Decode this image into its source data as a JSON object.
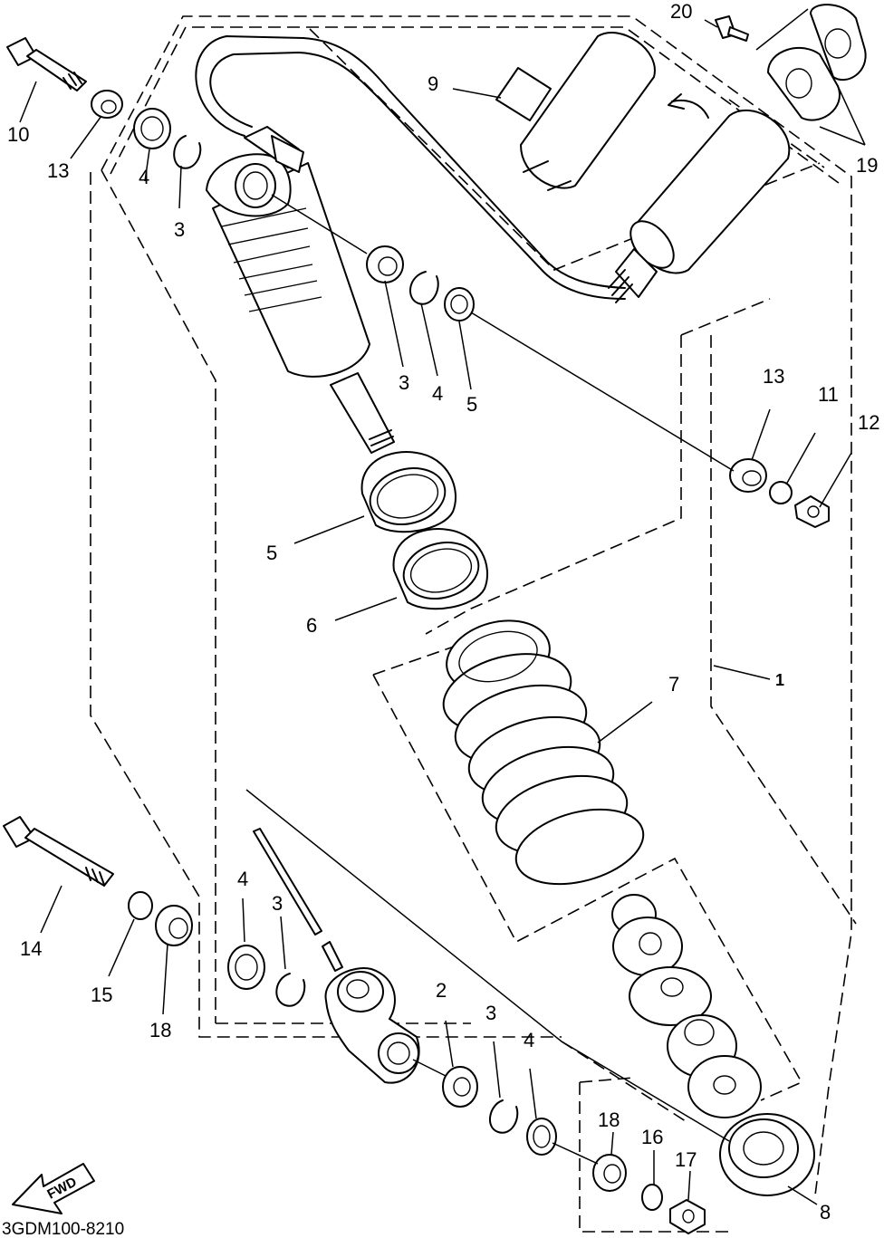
{
  "diagram_code": "3GDM100-8210",
  "fwd_label": "FWD",
  "callouts": [
    {
      "id": "c10",
      "text": "10"
    },
    {
      "id": "c13a",
      "text": "13"
    },
    {
      "id": "c4a",
      "text": "4"
    },
    {
      "id": "c3a",
      "text": "3"
    },
    {
      "id": "c9",
      "text": "9"
    },
    {
      "id": "c20",
      "text": "20"
    },
    {
      "id": "c19",
      "text": "19"
    },
    {
      "id": "c3b",
      "text": "3"
    },
    {
      "id": "c4b",
      "text": "4"
    },
    {
      "id": "c5a",
      "text": "5"
    },
    {
      "id": "c13b",
      "text": "13"
    },
    {
      "id": "c11",
      "text": "11"
    },
    {
      "id": "c12",
      "text": "12"
    },
    {
      "id": "c5b",
      "text": "5"
    },
    {
      "id": "c6",
      "text": "6"
    },
    {
      "id": "c7",
      "text": "7"
    },
    {
      "id": "c1",
      "text": "1"
    },
    {
      "id": "c14",
      "text": "14"
    },
    {
      "id": "c15",
      "text": "15"
    },
    {
      "id": "c18a",
      "text": "18"
    },
    {
      "id": "c4c",
      "text": "4"
    },
    {
      "id": "c3c",
      "text": "3"
    },
    {
      "id": "c2",
      "text": "2"
    },
    {
      "id": "c3d",
      "text": "3"
    },
    {
      "id": "c4d",
      "text": "4"
    },
    {
      "id": "c18b",
      "text": "18"
    },
    {
      "id": "c16",
      "text": "16"
    },
    {
      "id": "c17",
      "text": "17"
    },
    {
      "id": "c8",
      "text": "8"
    }
  ]
}
